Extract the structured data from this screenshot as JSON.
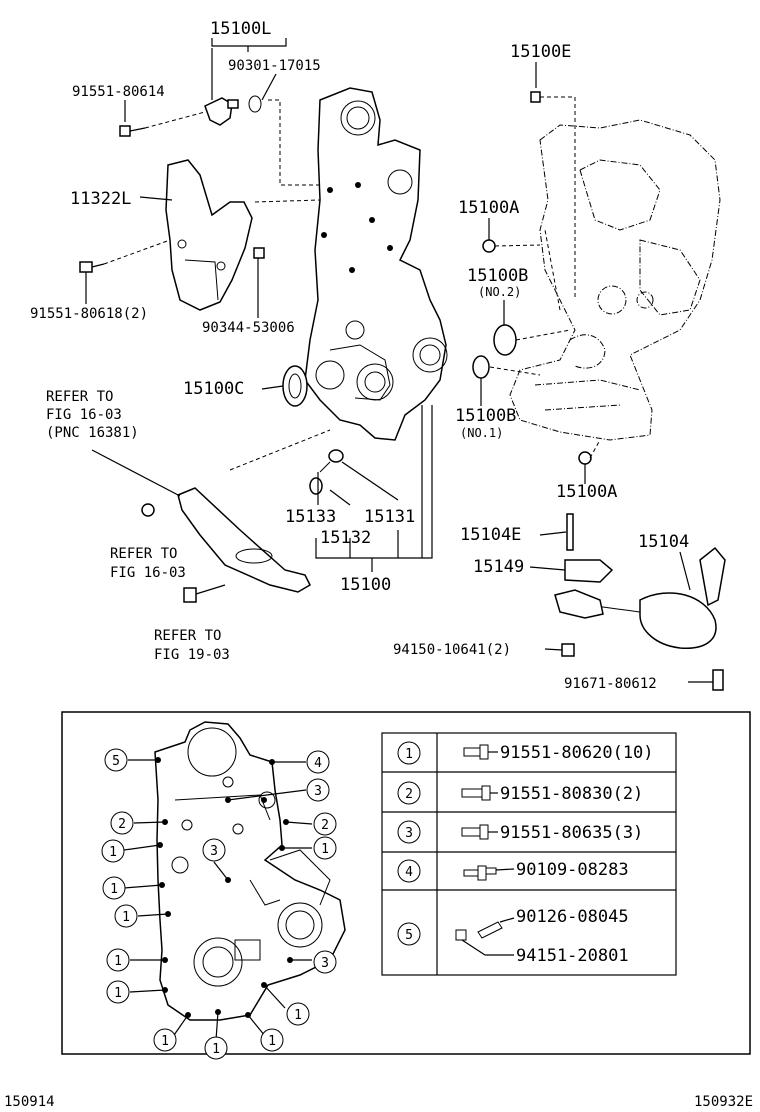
{
  "labels": {
    "l15100L": "15100L",
    "l90301": "90301-17015",
    "l91551_614": "91551-80614",
    "l15100E": "15100E",
    "l11322L": "11322L",
    "l15100A_top": "15100A",
    "l15100B_no2": "15100B",
    "no2": "(NO.2)",
    "l91551_618": "91551-80618(2)",
    "l90344": "90344-53006",
    "l15100C": "15100C",
    "l15100B_no1": "15100B",
    "no1": "(NO.1)",
    "refer1_a": "REFER TO",
    "refer1_b": "FIG 16-03",
    "refer1_c": "(PNC 16381)",
    "l15100A_bot": "15100A",
    "l15133": "15133",
    "l15131": "15131",
    "l15132": "15132",
    "l15104E": "15104E",
    "l15104": "15104",
    "l15149": "15149",
    "l15100": "15100",
    "refer2_a": "REFER TO",
    "refer2_b": "FIG 16-03",
    "refer3_a": "REFER TO",
    "refer3_b": "FIG 19-03",
    "l94150": "94150-10641(2)",
    "l91671": "91671-80612"
  },
  "legend": [
    {
      "num": "1",
      "parts": [
        "91551-80620(10)"
      ]
    },
    {
      "num": "2",
      "parts": [
        "91551-80830(2)"
      ]
    },
    {
      "num": "3",
      "parts": [
        "91551-80635(3)"
      ]
    },
    {
      "num": "4",
      "parts": [
        "90109-08283"
      ]
    },
    {
      "num": "5",
      "parts": [
        "90126-08045",
        "94151-20801"
      ]
    }
  ],
  "detail_callouts": {
    "c5": "5",
    "c4": "4",
    "c3": "3",
    "c2": "2",
    "c1": "1"
  },
  "footer": {
    "left": "150914",
    "right": "150932E"
  }
}
